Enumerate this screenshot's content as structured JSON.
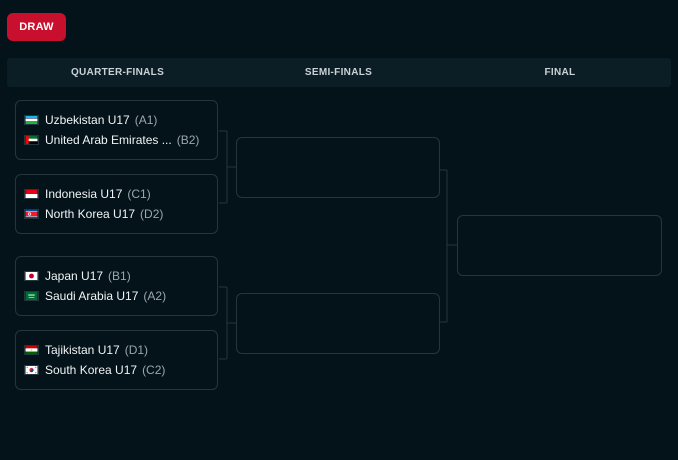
{
  "toolbar": {
    "draw_label": "DRAW"
  },
  "columns": {
    "quarter_finals": "QUARTER-FINALS",
    "semi_finals": "SEMI-FINALS",
    "final": "FINAL"
  },
  "quarter_finals": [
    {
      "team1": {
        "name": "Uzbekistan U17",
        "seed": "(A1)",
        "flag": "uzbekistan"
      },
      "team2": {
        "name": "United Arab Emirates ...",
        "seed": "(B2)",
        "flag": "uae"
      }
    },
    {
      "team1": {
        "name": "Indonesia U17",
        "seed": "(C1)",
        "flag": "indonesia"
      },
      "team2": {
        "name": "North Korea U17",
        "seed": "(D2)",
        "flag": "north-korea"
      }
    },
    {
      "team1": {
        "name": "Japan U17",
        "seed": "(B1)",
        "flag": "japan"
      },
      "team2": {
        "name": "Saudi Arabia U17",
        "seed": "(A2)",
        "flag": "saudi-arabia"
      }
    },
    {
      "team1": {
        "name": "Tajikistan U17",
        "seed": "(D1)",
        "flag": "tajikistan"
      },
      "team2": {
        "name": "South Korea U17",
        "seed": "(C2)",
        "flag": "south-korea"
      }
    }
  ],
  "colors": {
    "background": "#041319",
    "accent": "#c8102e",
    "header": "#0b1e25",
    "border": "#24363c"
  }
}
